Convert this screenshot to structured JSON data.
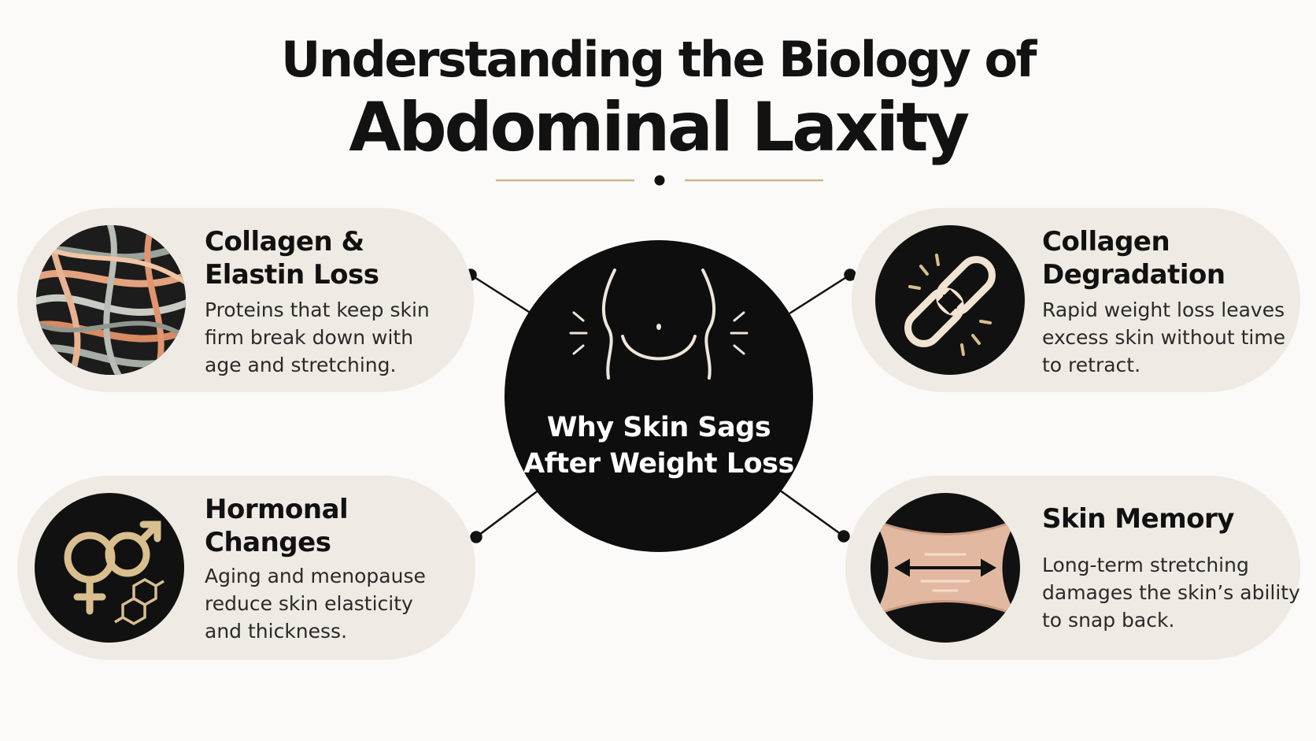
{
  "title": {
    "line1": "Understanding the Biology of",
    "line2": "Abdominal Laxity"
  },
  "center": {
    "label": "Why Skin Sags\nAfter Weight Loss",
    "icon": "torso-icon"
  },
  "cards": [
    {
      "icon": "fiber-network-icon",
      "title": "Collagen &\nElastin Loss",
      "text": "Proteins that keep skin\nfirm break down with\nage and stretching."
    },
    {
      "icon": "broken-chain-icon",
      "title": "Collagen\nDegradation",
      "text": "Rapid weight loss leaves\nexcess skin without time\nto retract."
    },
    {
      "icon": "gender-symbols-icon",
      "title": "Hormonal\nChanges",
      "text": "Aging and menopause\nreduce skin elasticity\nand thickness."
    },
    {
      "icon": "stretched-skin-icon",
      "title": "Skin Memory",
      "text": "Long-term stretching\ndamages the skin’s ability\nto snap back."
    }
  ],
  "colors": {
    "background": "#fbfaf8",
    "card": "#efebe4",
    "dark": "#111111",
    "accent_gold": "#d9be8e",
    "divider_gold": "#cbb58c"
  }
}
